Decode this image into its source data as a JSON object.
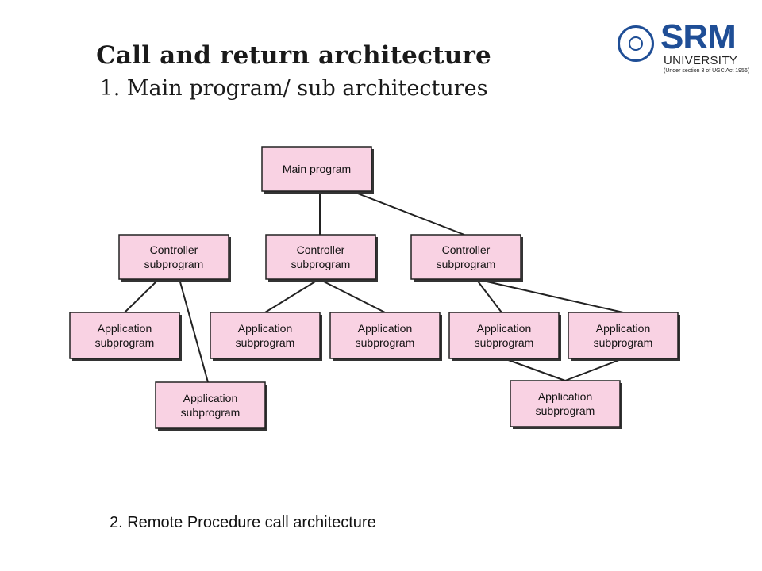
{
  "slide": {
    "title": "Call and return architecture",
    "subtitle": "1. Main program/ sub architectures",
    "footer_text": "2. Remote Procedure call architecture"
  },
  "logo": {
    "brand": "SRM",
    "brand_sub": "UNIVERSITY",
    "brand_note": "(Under section 3 of UGC Act 1956)",
    "color": "#1f4e96"
  },
  "diagram": {
    "box_fill": "#f9d2e3",
    "box_stroke": "#222222",
    "nodes": [
      {
        "id": "main",
        "lines": [
          "Main program"
        ]
      },
      {
        "id": "ctrl1",
        "lines": [
          "Controller",
          "subprogram"
        ]
      },
      {
        "id": "ctrl2",
        "lines": [
          "Controller",
          "subprogram"
        ]
      },
      {
        "id": "ctrl3",
        "lines": [
          "Controller",
          "subprogram"
        ]
      },
      {
        "id": "app1",
        "lines": [
          "Application",
          "subprogram"
        ]
      },
      {
        "id": "app2",
        "lines": [
          "Application",
          "subprogram"
        ]
      },
      {
        "id": "app3",
        "lines": [
          "Application",
          "subprogram"
        ]
      },
      {
        "id": "app4",
        "lines": [
          "Application",
          "subprogram"
        ]
      },
      {
        "id": "app5",
        "lines": [
          "Application",
          "subprogram"
        ]
      },
      {
        "id": "app6",
        "lines": [
          "Application",
          "subprogram"
        ]
      },
      {
        "id": "app7",
        "lines": [
          "Application",
          "subprogram"
        ]
      }
    ],
    "edges": [
      {
        "from": "main",
        "to": "ctrl2"
      },
      {
        "from": "main",
        "to": "ctrl3"
      },
      {
        "from": "ctrl1",
        "to": "app1"
      },
      {
        "from": "ctrl1",
        "to": "app2"
      },
      {
        "from": "ctrl2",
        "to": "app3"
      },
      {
        "from": "ctrl2",
        "to": "app4"
      },
      {
        "from": "ctrl3",
        "to": "app5"
      },
      {
        "from": "ctrl3",
        "to": "app6"
      },
      {
        "from": "app5",
        "to": "app7"
      },
      {
        "from": "app6",
        "to": "app7"
      }
    ]
  }
}
